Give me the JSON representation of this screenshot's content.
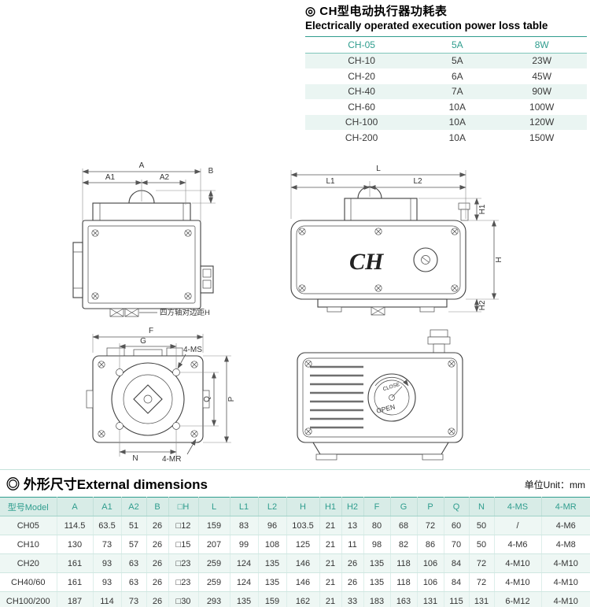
{
  "colors": {
    "accent": "#2f9d8e",
    "stripe": "#eaf5f2",
    "header_bg": "#d8ece7"
  },
  "power_section": {
    "title_zh": "◎ CH型电动执行器功耗表",
    "title_en": "Electrically operated execution power loss table",
    "table": {
      "header": [
        "CH-05",
        "5A",
        "8W"
      ],
      "rows": [
        [
          "CH-10",
          "5A",
          "23W"
        ],
        [
          "CH-20",
          "6A",
          "45W"
        ],
        [
          "CH-40",
          "7A",
          "90W"
        ],
        [
          "CH-60",
          "10A",
          "100W"
        ],
        [
          "CH-100",
          "10A",
          "120W"
        ],
        [
          "CH-200",
          "10A",
          "150W"
        ]
      ]
    }
  },
  "drawings": {
    "front_view": {
      "dim_a": "A",
      "dim_a1": "A1",
      "dim_a2": "A2",
      "dim_b": "B",
      "shaft_note": "四方轴对边距H"
    },
    "side_view": {
      "dim_l": "L",
      "dim_l1": "L1",
      "dim_l2": "L2",
      "dim_h1": "H1",
      "dim_h": "H",
      "dim_h2": "H2",
      "logo": "CH"
    },
    "bottom_view": {
      "dim_f": "F",
      "dim_g": "G",
      "label_ms": "4-MS",
      "dim_q": "Q",
      "dim_p": "P",
      "dim_n": "N",
      "label_mr": "4-MR"
    },
    "dial_view": {
      "open_label": "OPEN",
      "close_label": "CLOSE"
    }
  },
  "dimensions_section": {
    "title": "◎ 外形尺寸External dimensions",
    "unit_label": "单位Unit：mm",
    "table": {
      "headers": [
        "型号Model",
        "A",
        "A1",
        "A2",
        "B",
        "□H",
        "L",
        "L1",
        "L2",
        "H",
        "H1",
        "H2",
        "F",
        "G",
        "P",
        "Q",
        "N",
        "4-MS",
        "4-MR"
      ],
      "rows": [
        [
          "CH05",
          "114.5",
          "63.5",
          "51",
          "26",
          "□12",
          "159",
          "83",
          "96",
          "103.5",
          "21",
          "13",
          "80",
          "68",
          "72",
          "60",
          "50",
          "/",
          "4-M6"
        ],
        [
          "CH10",
          "130",
          "73",
          "57",
          "26",
          "□15",
          "207",
          "99",
          "108",
          "125",
          "21",
          "11",
          "98",
          "82",
          "86",
          "70",
          "50",
          "4-M6",
          "4-M8"
        ],
        [
          "CH20",
          "161",
          "93",
          "63",
          "26",
          "□23",
          "259",
          "124",
          "135",
          "146",
          "21",
          "26",
          "135",
          "118",
          "106",
          "84",
          "72",
          "4-M10",
          "4-M10"
        ],
        [
          "CH40/60",
          "161",
          "93",
          "63",
          "26",
          "□23",
          "259",
          "124",
          "135",
          "146",
          "21",
          "26",
          "135",
          "118",
          "106",
          "84",
          "72",
          "4-M10",
          "4-M10"
        ],
        [
          "CH100/200",
          "187",
          "114",
          "73",
          "26",
          "□30",
          "293",
          "135",
          "159",
          "162",
          "21",
          "33",
          "183",
          "163",
          "131",
          "115",
          "131",
          "6-M12",
          "4-M10"
        ]
      ]
    }
  }
}
